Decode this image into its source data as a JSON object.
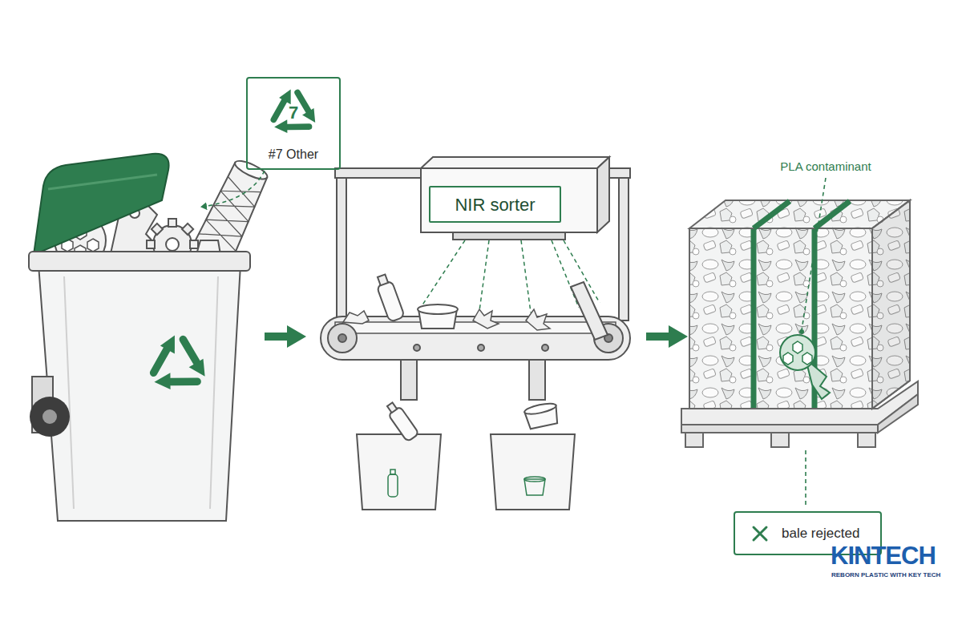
{
  "diagram": {
    "nodes": [
      {
        "text": [
          "7",
          "#7 Other"
        ]
      },
      {
        "text": [
          "NIR sorter"
        ]
      },
      {
        "text": [
          "bale rejected"
        ]
      }
    ],
    "labels": [
      "PLA contaminant",
      "KINTECH",
      "REBORN PLASTIC WITH KEY TECH"
    ]
  }
}
